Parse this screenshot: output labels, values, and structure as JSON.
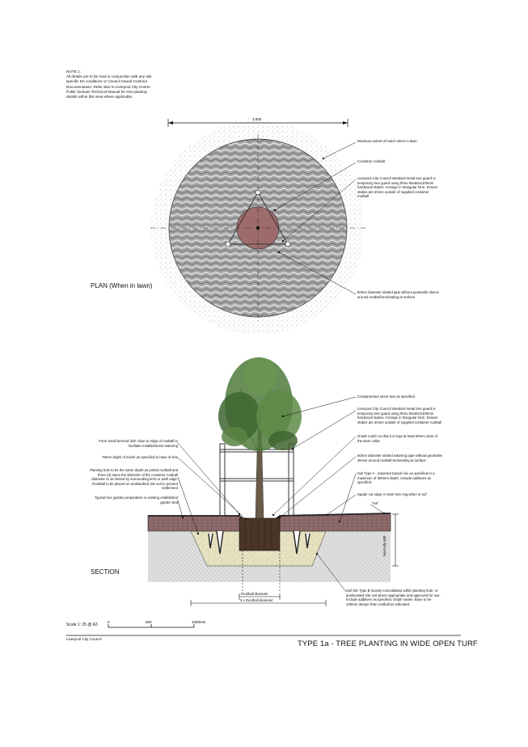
{
  "note": {
    "heading": "NOTE 1:",
    "lines": [
      "All details are to be read in conjunction with any site",
      "specific DA conditions or Council Issued Contract",
      "Documentation. Refer also to Liverpool City Centre",
      "Public Domain Technical Manual for tree planting",
      "details within this area where applicable."
    ]
  },
  "plan": {
    "label": "PLAN (When in lawn)",
    "dimension": "3,000",
    "annotations": [
      "Minimum extent of mulch when in lawn",
      "Container rootball",
      "Liverpool City Council standard metal tree guard or\ntemporary tree guard using three 50x50x2100mm\nhardwood stakes. Arrange in triangular form. Ensure\nstakes are driven outside of supplied container\nrootball",
      "50mm diameter slotted pipe without geotextile sleeve\naround rootball terminating at surface"
    ]
  },
  "section": {
    "label": "SECTION",
    "right_annotations": [
      "Containerised street tree as specified",
      "Liverpool City Council standard metal tree guard or\ntemporary tree guard using three 50x50x2100mm\nhardwood stakes. Arrange in triangular form. Ensure\nstakes are driven outside of supplied container rootball",
      "Grade mulch so that it is kept at least 50mm clear of\nthe stem collar",
      "50mm diameter slotted watering pipe without geotextile\nsleeve around rootball terminating at surface",
      "Soil Type A - imported topsoil mix as specified to a\nmaximum of 300mm depth. Include additives as\nspecified.",
      "Spade cut edge or steel tree ring when in turf",
      "Turf",
      "Soil Mix Type B loosely consolidated within planting hole, or\nameliorated site soil where appropriate and approved for use.\nInclude additives as specified. Depth varies. Base to be\n100mm deeper than rootball as indicated."
    ],
    "left_annotations": [
      "Form small bermed dish close to edge of rootball to\nfacilitate establishment watering",
      "75mm depth of mulch as specified to base of tree",
      "Planting hole to be the same depth as potted rootball and\nthree (3) times the diameter of the container rootball\ndiameter or as limited by surrounding kerb or path edge.\nRootball to be placed on undisturbed site soil to prevent\nsettlement",
      "Typical tree garden preparation or existing established\ngarden bed"
    ],
    "depth_label": "Normally 600",
    "dim_rootball": "Rootball diameter",
    "dim_three_rootball": "3 x Rootball diameter"
  },
  "scale": {
    "label": "Scale 1: 25 @ A3",
    "ticks": [
      "0",
      "500",
      "1000mm"
    ]
  },
  "footer": {
    "council": "Liverpool City Council",
    "title": "TYPE 1a - TREE PLANTING IN WIDE OPEN TURF"
  },
  "colors": {
    "soil_a": "#8a6767",
    "soil_b": "#e7e2c2",
    "subsoil": "#d9d9d9",
    "rootball": "#4a3526",
    "canopy": "#4f7a3c",
    "mulch_core": "#9d6b6b"
  }
}
